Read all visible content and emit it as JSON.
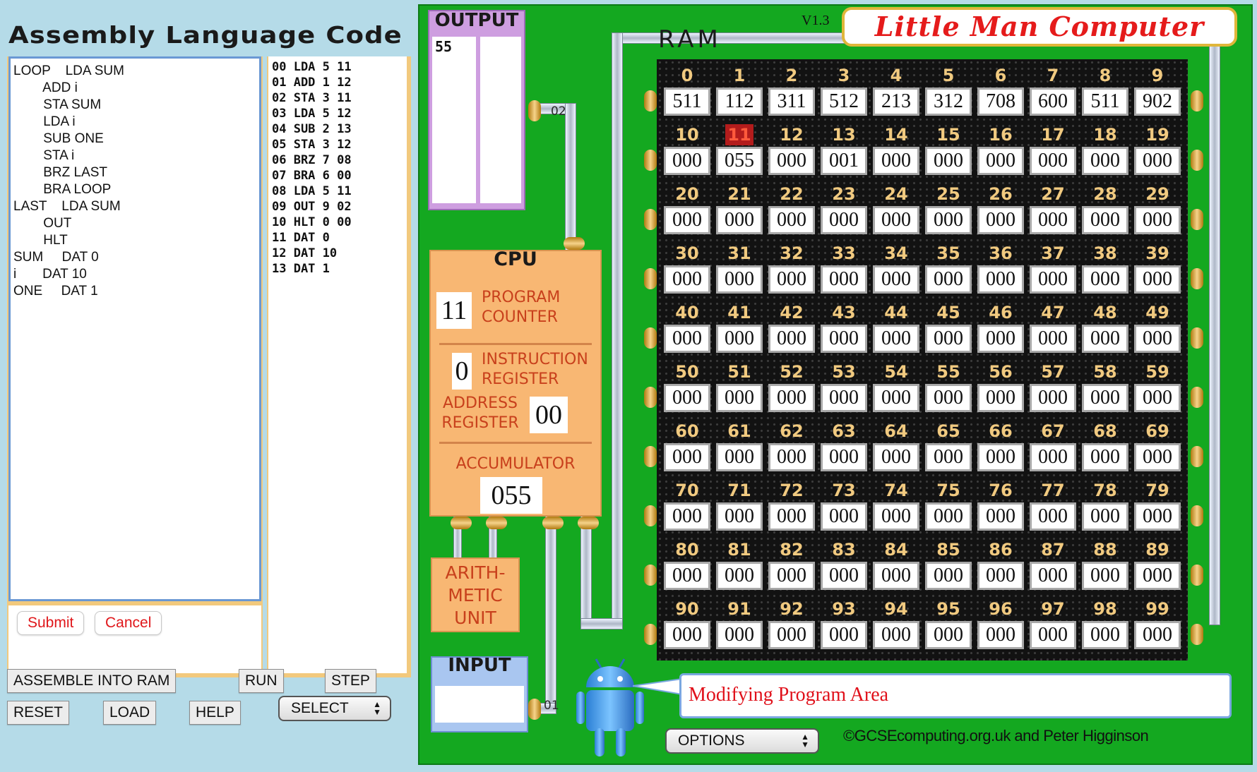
{
  "left": {
    "title": "Assembly Language Code",
    "source_lines": [
      "LOOP    LDA SUM",
      "        ADD i",
      "        STA SUM",
      "        LDA i",
      "        SUB ONE",
      "        STA i",
      "        BRZ LAST",
      "        BRA LOOP",
      "LAST    LDA SUM",
      "        OUT",
      "        HLT",
      "SUM     DAT 0",
      "i       DAT 10",
      "ONE     DAT 1"
    ],
    "assembled_lines": [
      "00 LDA 5 11",
      "01 ADD 1 12",
      "02 STA 3 11",
      "03 LDA 5 12",
      "04 SUB 2 13",
      "05 STA 3 12",
      "06 BRZ 7 08",
      "07 BRA 6 00",
      "08 LDA 5 11",
      "09 OUT 9 02",
      "10 HLT 0 00",
      "11 DAT 0",
      "12 DAT 10",
      "13 DAT 1"
    ],
    "submit_label": "Submit",
    "cancel_label": "Cancel"
  },
  "controls": {
    "assemble_label": "ASSEMBLE INTO RAM",
    "run_label": "RUN",
    "step_label": "STEP",
    "reset_label": "RESET",
    "load_label": "LOAD",
    "help_label": "HELP",
    "select_label": "SELECT",
    "options_label": "OPTIONS"
  },
  "header": {
    "version": "V1.3",
    "title": "Little Man Computer",
    "ram_label": "RAM"
  },
  "output": {
    "label": "OUTPUT",
    "values": [
      "55"
    ]
  },
  "input": {
    "label": "INPUT",
    "value": ""
  },
  "wires": {
    "output_wire": "02",
    "input_wire": "01"
  },
  "cpu": {
    "label": "CPU",
    "program_counter_label": "PROGRAM COUNTER",
    "program_counter": "11",
    "instruction_register_label": "INSTRUCTION REGISTER",
    "instruction_register": "0",
    "address_register_label": "ADDRESS REGISTER",
    "address_register": "00",
    "accumulator_label": "ACCUMULATOR",
    "accumulator": "055"
  },
  "alu": {
    "label_lines": [
      "ARITH-",
      "METIC",
      "UNIT"
    ]
  },
  "ram": {
    "highlighted_address": 11,
    "values": [
      "511",
      "112",
      "311",
      "512",
      "213",
      "312",
      "708",
      "600",
      "511",
      "902",
      "000",
      "055",
      "000",
      "001",
      "000",
      "000",
      "000",
      "000",
      "000",
      "000",
      "000",
      "000",
      "000",
      "000",
      "000",
      "000",
      "000",
      "000",
      "000",
      "000",
      "000",
      "000",
      "000",
      "000",
      "000",
      "000",
      "000",
      "000",
      "000",
      "000",
      "000",
      "000",
      "000",
      "000",
      "000",
      "000",
      "000",
      "000",
      "000",
      "000",
      "000",
      "000",
      "000",
      "000",
      "000",
      "000",
      "000",
      "000",
      "000",
      "000",
      "000",
      "000",
      "000",
      "000",
      "000",
      "000",
      "000",
      "000",
      "000",
      "000",
      "000",
      "000",
      "000",
      "000",
      "000",
      "000",
      "000",
      "000",
      "000",
      "000",
      "000",
      "000",
      "000",
      "000",
      "000",
      "000",
      "000",
      "000",
      "000",
      "000",
      "000",
      "000",
      "000",
      "000",
      "000",
      "000",
      "000",
      "000",
      "000",
      "000"
    ]
  },
  "status": {
    "message": "Modifying Program Area",
    "copyright": "©GCSEcomputing.org.uk and Peter Higginson"
  },
  "colors": {
    "board": "#14a820",
    "accent_red": "#e51b1b",
    "cpu": "#f8b773",
    "output": "#ce9ee0",
    "input": "#a9c6f0"
  }
}
